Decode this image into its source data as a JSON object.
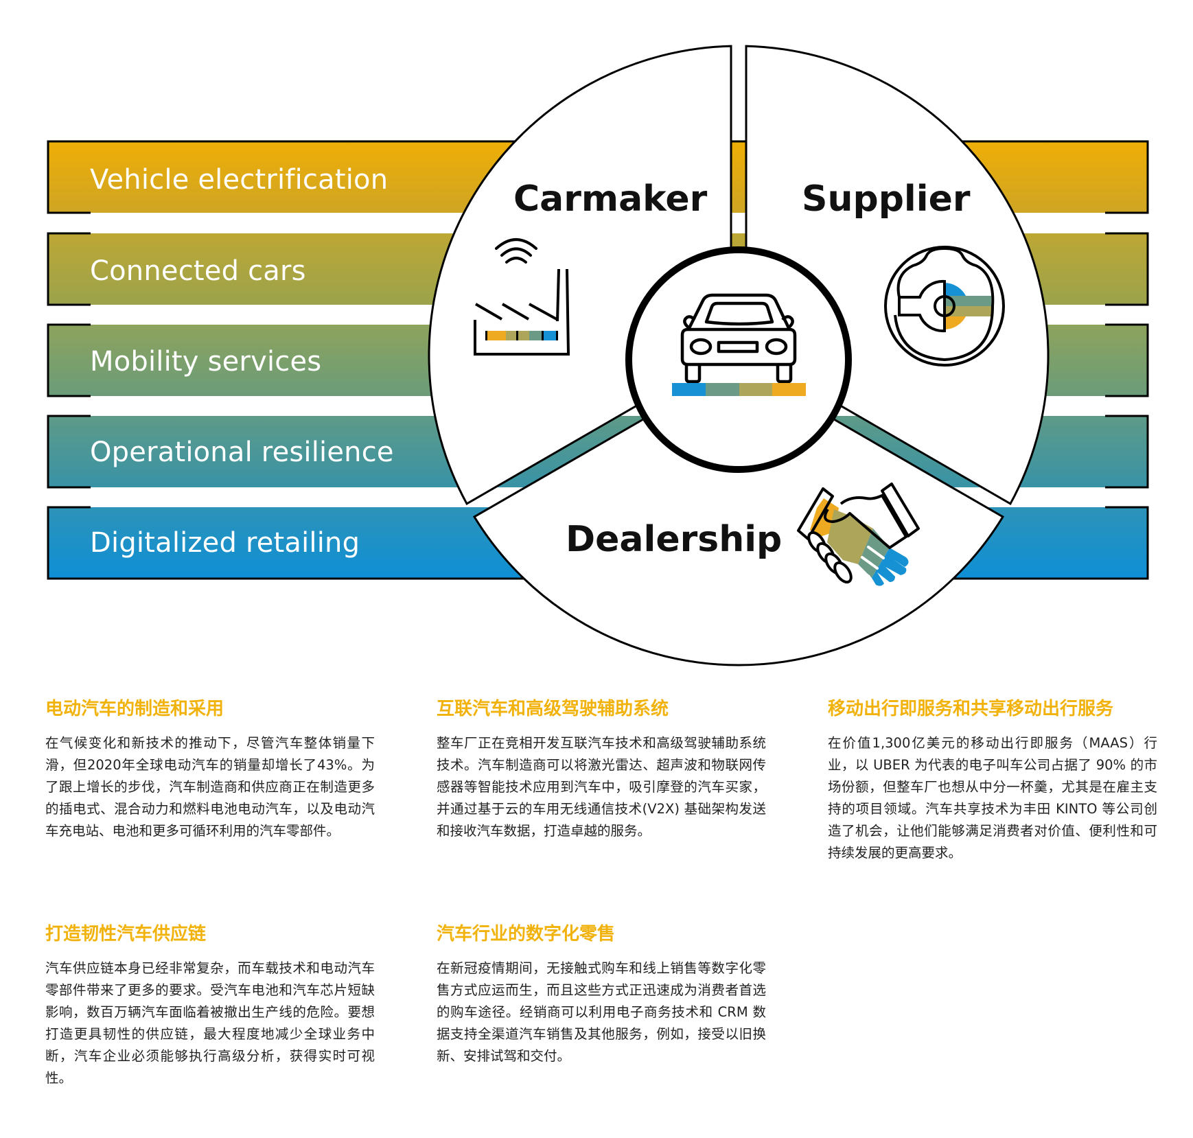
{
  "bands": [
    {
      "label": "Vehicle electrification",
      "top_color": "#eeae06",
      "bottom_color": "#cfa524"
    },
    {
      "label": "Connected cars",
      "top_color": "#bda734",
      "bottom_color": "#9ba34c"
    },
    {
      "label": "Mobility services",
      "top_color": "#8ea35c",
      "bottom_color": "#6a9c7a"
    },
    {
      "label": "Operational resilience",
      "top_color": "#5e9a88",
      "bottom_color": "#3893a6"
    },
    {
      "label": "Digitalized retailing",
      "top_color": "#2d93b8",
      "bottom_color": "#0e8fd6"
    }
  ],
  "wedges": {
    "carmaker": "Carmaker",
    "supplier": "Supplier",
    "dealership": "Dealership"
  },
  "icons": {
    "center": "car-icon",
    "carmaker": "factory-wifi-icon",
    "supplier": "steering-wheel-icon",
    "dealership": "handshake-icon"
  },
  "palette": {
    "blue": "#1591d4",
    "teal": "#6b9b87",
    "olive": "#aca55a",
    "orange": "#eeab22",
    "heading": "#f2b20c"
  },
  "sections": [
    {
      "title": "电动汽车的制造和采用",
      "body": "在气候变化和新技术的推动下，尽管汽车整体销量下滑，但2020年全球电动汽车的销量却增长了43%。为了跟上增长的步伐，汽车制造商和供应商正在制造更多的插电式、混合动力和燃料电池电动汽车，以及电动汽车充电站、电池和更多可循环利用的汽车零部件。"
    },
    {
      "title": "互联汽车和高级驾驶辅助系统",
      "body": "整车厂正在竞相开发互联汽车技术和高级驾驶辅助系统技术。汽车制造商可以将激光雷达、超声波和物联网传感器等智能技术应用到汽车中，吸引摩登的汽车买家，并通过基于云的车用无线通信技术(V2X) 基础架构发送和接收汽车数据，打造卓越的服务。"
    },
    {
      "title": "移动出行即服务和共享移动出行服务",
      "body": "在价值1,300亿美元的移动出行即服务（MAAS）行业，以 UBER 为代表的电子叫车公司占据了 90% 的市场份额，但整车厂也想从中分一杯羹，尤其是在雇主支持的项目领域。汽车共享技术为丰田 KINTO 等公司创造了机会，让他们能够满足消费者对价值、便利性和可持续发展的更高要求。"
    },
    {
      "title": "打造韧性汽车供应链",
      "body": "汽车供应链本身已经非常复杂，而车载技术和电动汽车零部件带来了更多的要求。受汽车电池和汽车芯片短缺影响，数百万辆汽车面临着被撤出生产线的危险。要想打造更具韧性的供应链，最大程度地减少全球业务中断，汽车企业必须能够执行高级分析，获得实时可视性。"
    },
    {
      "title": "汽车行业的数字化零售",
      "body": "在新冠疫情期间，无接触式购车和线上销售等数字化零售方式应运而生，而且这些方式正迅速成为消费者首选的购车途径。经销商可以利用电子商务技术和 CRM 数据支持全渠道汽车销售及其他服务，例如，接受以旧换新、安排试驾和交付。"
    }
  ]
}
